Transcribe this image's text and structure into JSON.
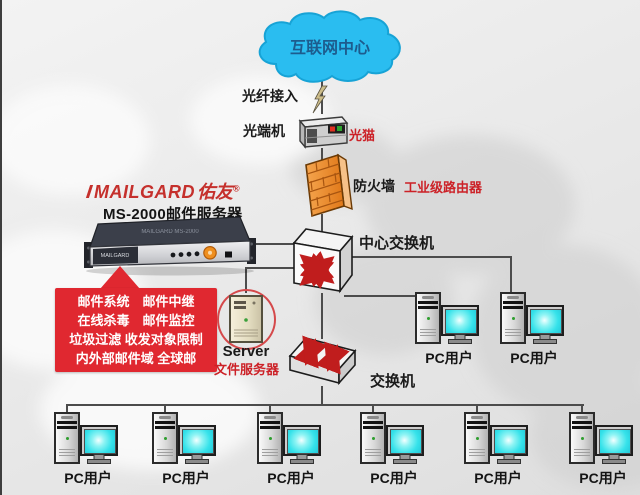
{
  "colors": {
    "accent_red": "#cc2127",
    "callout_bg": "#e02830",
    "cloud_fill": "#2abdf0",
    "screen_cyan": "#35e2ea",
    "firewall_orange": "#ee8c2e"
  },
  "diagram": {
    "cloud_label": "互联网中心",
    "fiber_label": "光纤接入",
    "modem_label": "光端机",
    "modem_tag": "光猫",
    "firewall_label": "防火墙",
    "firewall_tag": "工业级路由器",
    "core_switch_label": "中心交换机",
    "logo_text": "MAILGARD",
    "logo_cn": "佑友",
    "logo_reg": "®",
    "server_model": "MS-2000邮件服务器",
    "features": [
      "邮件系统　邮件中继",
      "在线杀毒　邮件监控",
      "垃圾过滤 收发对象限制",
      "内外部邮件域 全球邮"
    ],
    "file_server_label": "Server",
    "file_server_tag": "文件服务器",
    "access_switch_label": "交换机",
    "pc_right": [
      {
        "label": "PC用户"
      },
      {
        "label": "PC用户"
      }
    ],
    "pc_bottom": [
      {
        "label": "PC用户"
      },
      {
        "label": "PC用户"
      },
      {
        "label": "PC用户"
      },
      {
        "label": "PC用户"
      },
      {
        "label": "PC用户"
      },
      {
        "label": "PC用户"
      }
    ]
  }
}
